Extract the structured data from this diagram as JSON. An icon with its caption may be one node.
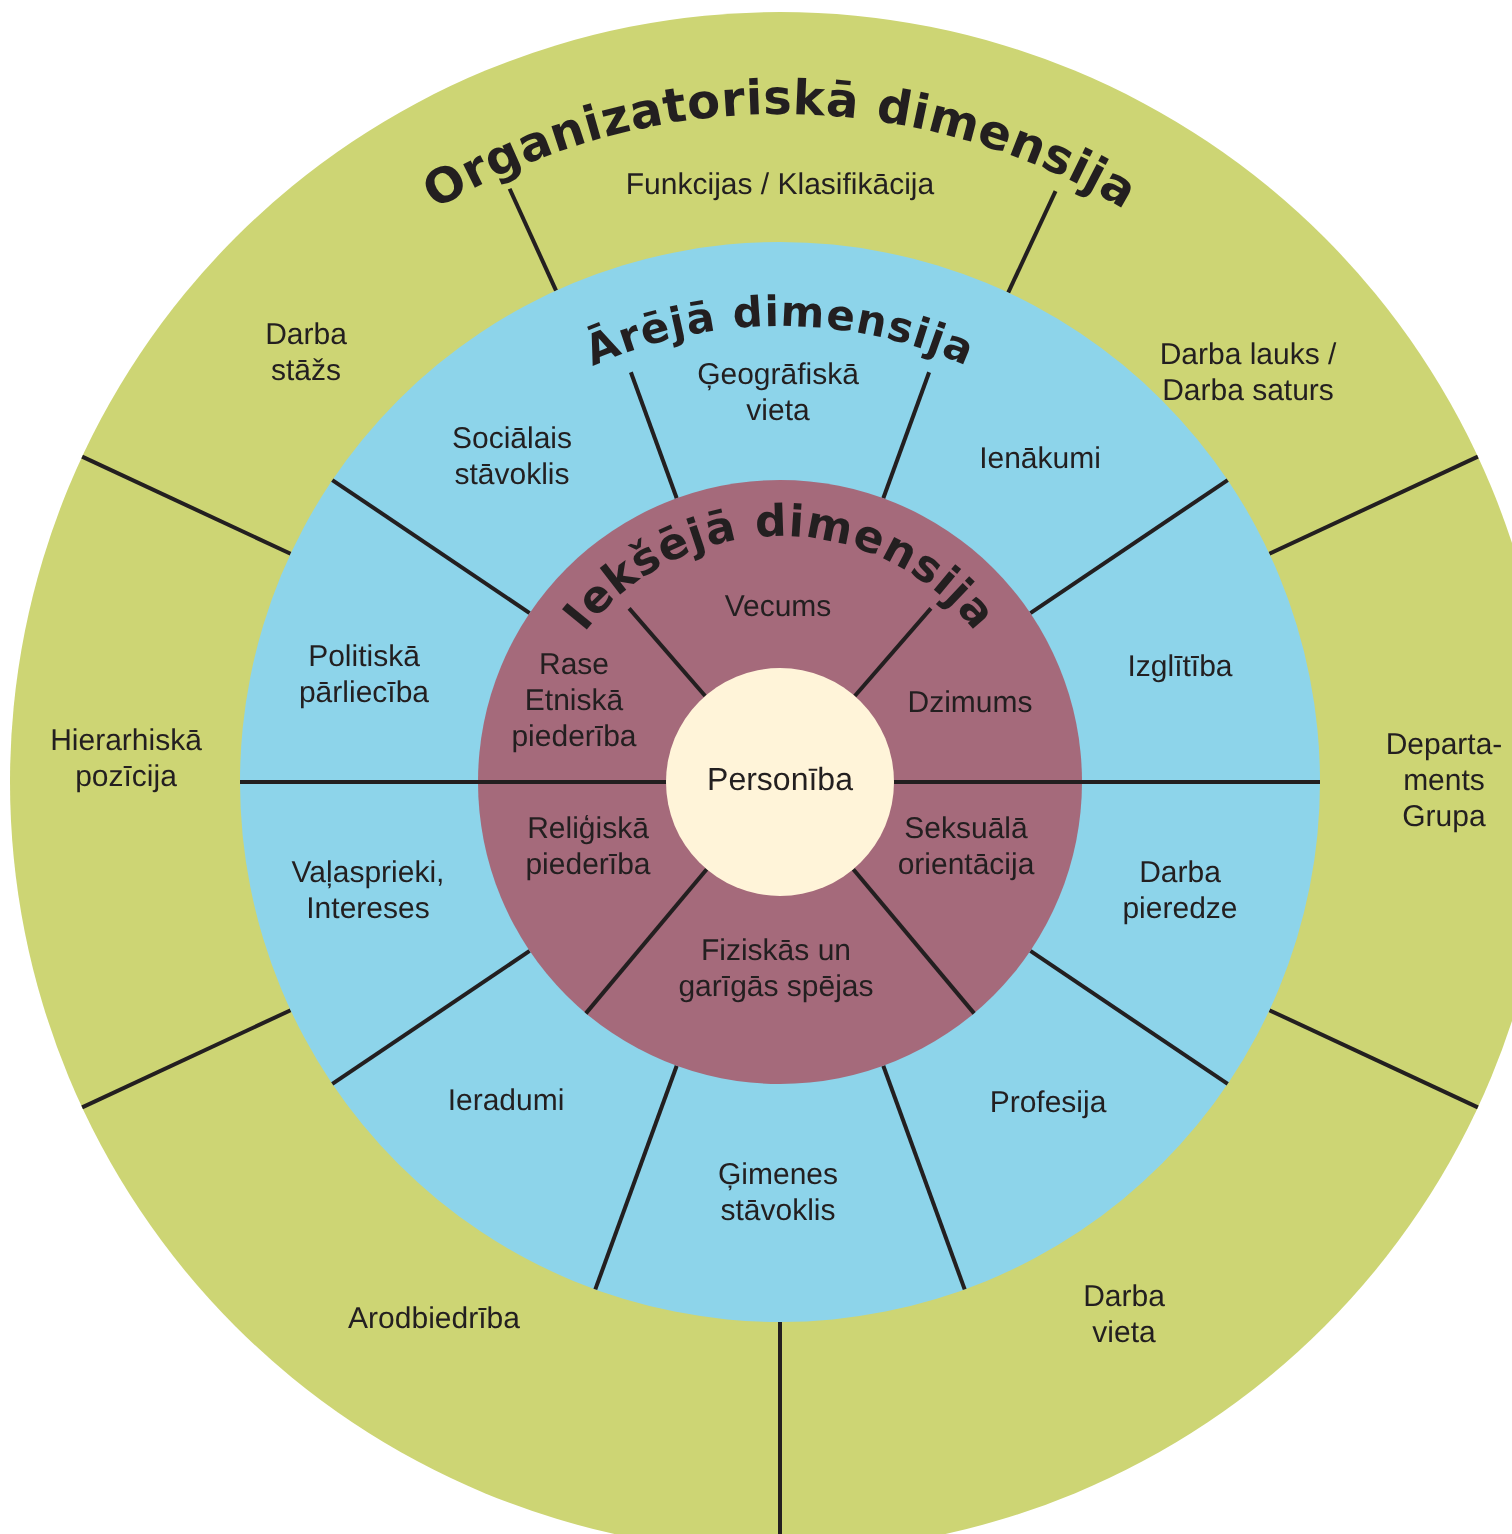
{
  "diagram": {
    "nodes": [
      {
        "text": [
          "Organizatoriskā dimensija"
        ]
      },
      {
        "text": [
          "Ārējā dimensija"
        ],
        "in": 0
      },
      {
        "text": [
          "Iekšējā dimensija"
        ],
        "in": 1
      },
      {
        "text": [
          "Personība"
        ],
        "in": 2
      }
    ],
    "edges": [],
    "labels": [
      "Funkcijas / Klasifikācija",
      "Darba stāžs",
      "Ģeogrāfiskā vieta",
      "Darba lauks / Darba saturs",
      "Sociālais stāvoklis",
      "Ienākumi",
      "Vecums",
      "Hierarhiskā pozīcija",
      "Politiskā pārliecība",
      "Rase Etniskā piederība",
      "Dzimums",
      "Izglītība",
      "Departa-ments Grupa",
      "Vaļasprieki, Intereses",
      "Reliģiskā piederība",
      "Seksuālā orientācija",
      "Darba pieredze",
      "Fiziskās un garīgās spējas",
      "Ieradumi",
      "Profesija",
      "Ģimenes stāvoklis",
      "Arodbiedrība",
      "Darba vieta"
    ]
  }
}
